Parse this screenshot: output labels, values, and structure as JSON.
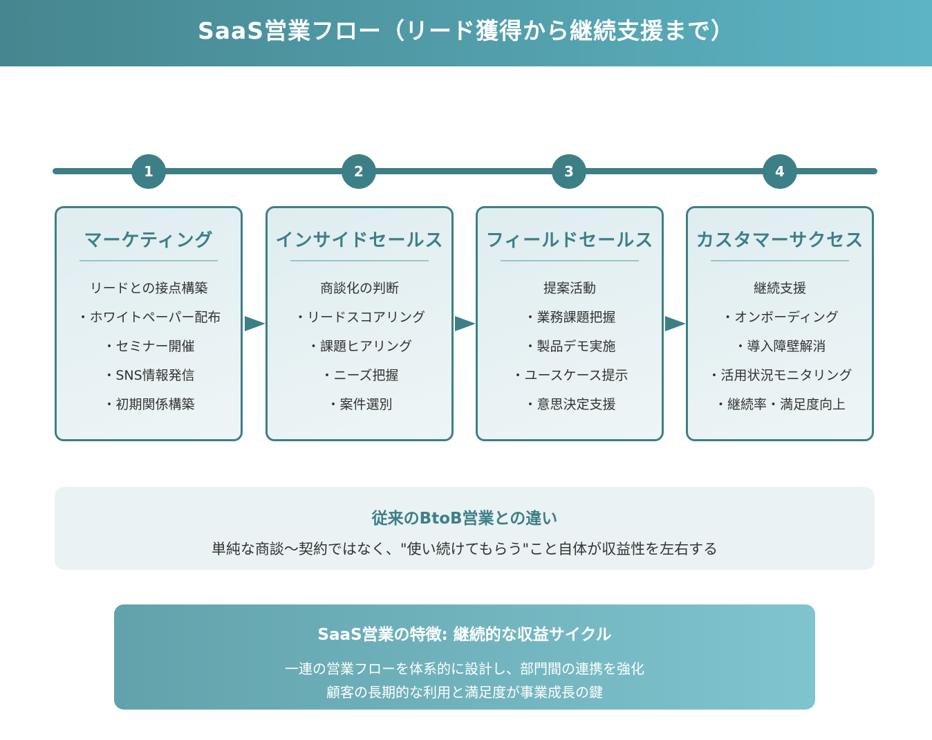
{
  "title": "SaaS営業フロー（リード獲得から継続支援まで）",
  "colors": {
    "primary": "#3d7f87",
    "header_start": "#46868f",
    "header_end": "#5db4c4"
  },
  "steps": [
    {
      "number": "1",
      "title": "マーケティング",
      "items": [
        "リードとの接点構築",
        "・ホワイトペーパー配布",
        "・セミナー開催",
        "・SNS情報発信",
        "・初期関係構築"
      ]
    },
    {
      "number": "2",
      "title": "インサイドセールス",
      "items": [
        "商談化の判断",
        "・リードスコアリング",
        "・課題ヒアリング",
        "・ニーズ把握",
        "・案件選別"
      ]
    },
    {
      "number": "3",
      "title": "フィールドセールス",
      "items": [
        "提案活動",
        "・業務課題把握",
        "・製品デモ実施",
        "・ユースケース提示",
        "・意思決定支援"
      ]
    },
    {
      "number": "4",
      "title": "カスタマーサクセス",
      "items": [
        "継続支援",
        "・オンボーディング",
        "・導入障壁解消",
        "・活用状況モニタリング",
        "・継続率・満足度向上"
      ]
    }
  ],
  "comparison": {
    "title": "従来のBtoB営業との違い",
    "description": "単純な商談〜契約ではなく、\"使い続けてもらう\"こと自体が収益性を左右する"
  },
  "feature": {
    "title": "SaaS営業の特徴: 継続的な収益サイクル",
    "lines": [
      "一連の営業フローを体系的に設計し、部門間の連携を強化",
      "顧客の長期的な利用と満足度が事業成長の鍵"
    ]
  }
}
